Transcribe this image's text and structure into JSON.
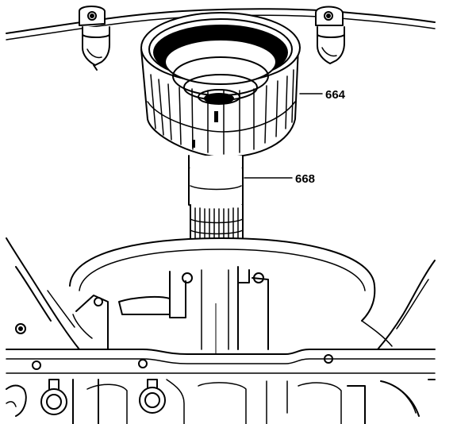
{
  "callouts": [
    {
      "id": "upper",
      "label": "664"
    },
    {
      "id": "lower",
      "label": "668"
    }
  ],
  "colors": {
    "ink": "#000000",
    "paper": "#ffffff"
  }
}
